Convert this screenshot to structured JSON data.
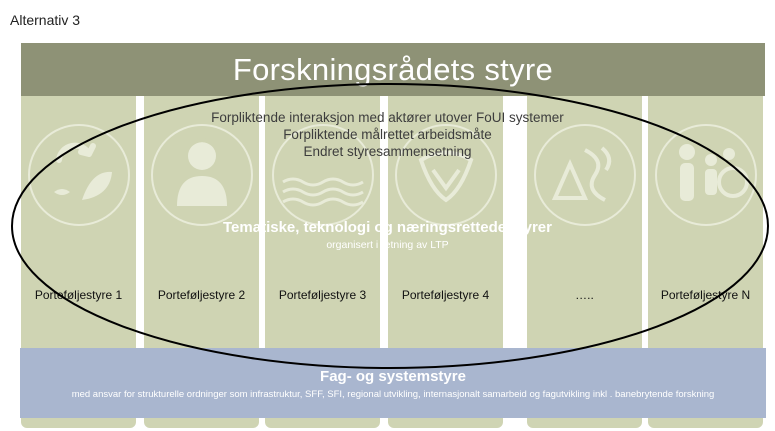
{
  "slide_label": "Alternativ 3",
  "board_title": "Forskningsrådets styre",
  "obligations": [
    "Forpliktende interaksjon med aktører utover FoUI systemer",
    "Forpliktende målrettet arbeidsmåte",
    "Endret styresammensetning"
  ],
  "thematic": {
    "title": "Tematiske, teknologi og næringsrettede styrer",
    "subtitle": "organisert i retning av LTP"
  },
  "portfolio_boards": [
    {
      "label": "Porteføljestyre 1",
      "icon": "climate-nature-icon"
    },
    {
      "label": "Porteføljestyre 2",
      "icon": "person-icon"
    },
    {
      "label": "Porteføljestyre 3",
      "icon": "ocean-icon"
    },
    {
      "label": "Porteføljestyre  4",
      "icon": "technology-icon"
    },
    {
      "label": "…..",
      "icon": "landscape-icon"
    },
    {
      "label": "Porteføljestyre N",
      "icon": "family-icon"
    }
  ],
  "fag_system": {
    "title": "Fag- og systemstyre",
    "subtitle": "med ansvar for strukturelle ordninger som infrastruktur, SFF, SFI, regional utvikling, internasjonalt samarbeid og fagutvikling inkl  . banebrytende forskning"
  },
  "colors": {
    "banner": "#8e9276",
    "column": "#cfd4b3",
    "band": "#a9b6cf",
    "ellipse": "#000000"
  }
}
